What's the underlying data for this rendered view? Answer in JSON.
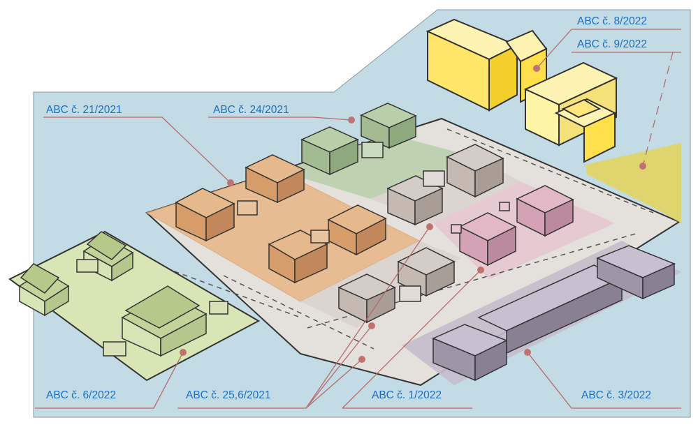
{
  "labels": {
    "abc_8_2022": "ABC č. 8/2022",
    "abc_9_2022": "ABC č. 9/2022",
    "abc_21_2021": "ABC č. 21/2021",
    "abc_24_2021": "ABC č. 24/2021",
    "abc_6_2022": "ABC č. 6/2022",
    "abc_25_6_2021": "ABC č. 25,6/2021",
    "abc_1_2022": "ABC č. 1/2022",
    "abc_3_2022": "ABC č. 3/2022"
  },
  "colors": {
    "background": "#c2dbe5",
    "road": "#e4e0dc",
    "zone_green_light": "#d8e5b5",
    "zone_orange": "#e8b98a",
    "zone_green": "#b9d0ad",
    "zone_grey": "#d9d2cc",
    "zone_pink": "#e6c6d0",
    "zone_purple": "#c5bdcc",
    "zone_yellow": "#e3d35a",
    "label_text": "#1a6fc0",
    "leader_line": "#b86a68"
  }
}
